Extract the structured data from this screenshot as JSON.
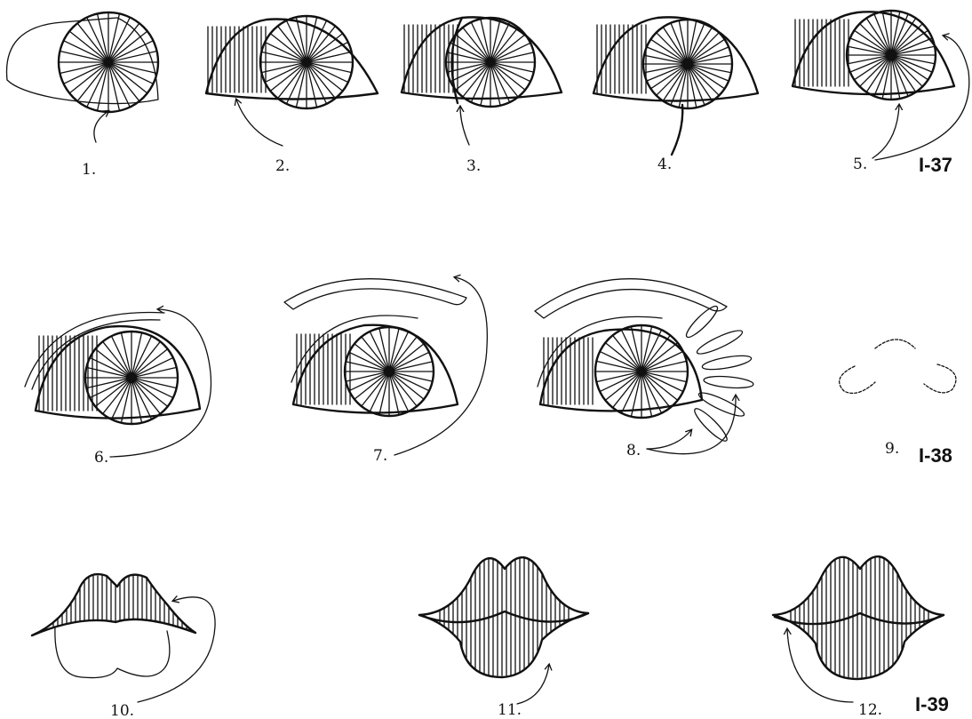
{
  "steps": [
    {
      "label": "1."
    },
    {
      "label": "2."
    },
    {
      "label": "3."
    },
    {
      "label": "4."
    },
    {
      "label": "5."
    },
    {
      "label": "6."
    },
    {
      "label": "7."
    },
    {
      "label": "8."
    },
    {
      "label": "9."
    },
    {
      "label": "10."
    },
    {
      "label": "11."
    },
    {
      "label": "12."
    }
  ],
  "figures": [
    {
      "label": "I-37"
    },
    {
      "label": "I-38"
    },
    {
      "label": "I-39"
    }
  ]
}
